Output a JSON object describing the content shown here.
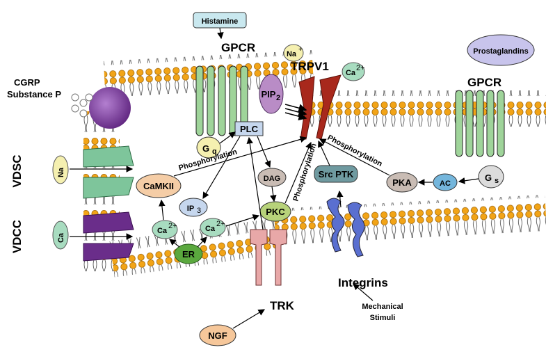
{
  "membrane_labels": {
    "gpcr_left": "GPCR",
    "gpcr_right": "GPCR",
    "trpv1": "TRPV1",
    "vdsc": "VDSC",
    "vdcc": "VDCC",
    "trk": "TRK",
    "integrins": "Integrins"
  },
  "ligands": {
    "histamine": "Histamine",
    "prostaglandins": "Prostaglandins",
    "ngf": "NGF",
    "mechanical": [
      "Mechanical",
      "Stimuli"
    ],
    "cgrp": [
      "CGRP",
      "Substance P"
    ]
  },
  "ions": {
    "na_top": "Na",
    "ca_top": "Ca",
    "na_vdsc": "Na",
    "ca_vdcc": "Ca",
    "ca_left": "Ca",
    "ca_right": "Ca",
    "plus": "+",
    "twoplus": "2+"
  },
  "molecules": {
    "pip2": "PIP",
    "pip2_sub": "2",
    "plc": "PLC",
    "dag": "DAG",
    "ip3": "IP",
    "ip3_sub": "3",
    "pkc": "PKC",
    "camkii": "CaMKII",
    "er": "ER",
    "src_ptk": "Src PTK",
    "pka": "PKA",
    "ac": "AC",
    "gq": "G",
    "gq_sub": "q",
    "gs": "G",
    "gs_sub": "s"
  },
  "annotations": {
    "phos_left": "Phosphorylation",
    "phos_mid": "Phosphorylation",
    "phos_right": "Phosphorylation"
  },
  "colors": {
    "lipid_head": "#f2a417",
    "gpcr_green": "#9fd49a",
    "trpv1_red": "#a8281c",
    "purple": "#6a2d8a",
    "pip2_purple": "#b98cc6",
    "plc_blue": "#c6d7ee",
    "er_green": "#5aa83e",
    "src_teal": "#6f9aa0",
    "ac_blue": "#74b6dc",
    "ngf_orange": "#f6c79a",
    "camkii_peach": "#f5cda6",
    "pka_gray": "#c9bcb4",
    "trk_pink": "#e8a8a8",
    "integrin_blue": "#5a6fd0"
  }
}
